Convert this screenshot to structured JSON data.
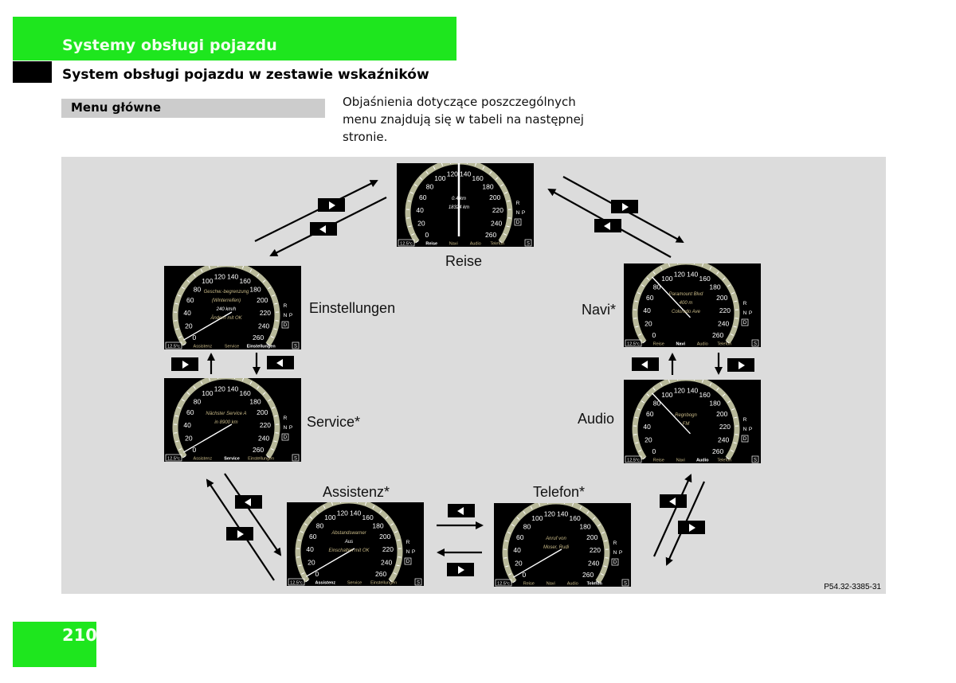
{
  "header": {
    "chapter_title": "Systemy obsługi pojazdu",
    "section_title": "System obsługi pojazdu w zestawie wskaźników",
    "subsection_label": "Menu główne",
    "explanation": "Objaśnienia dotyczące poszczególnych menu znajdują się w tabeli na następnej stronie."
  },
  "figure": {
    "code": "P54.32-3385-31",
    "common": {
      "speed_ticks": [
        "0",
        "20",
        "40",
        "60",
        "80",
        "100",
        "120",
        "140",
        "160",
        "180",
        "200",
        "220",
        "240",
        "260"
      ],
      "unit": "km/h",
      "temperature": "12.5°c",
      "gear_letters": [
        "R",
        "N",
        "P",
        "D"
      ],
      "gear_marker": "S"
    },
    "menus": [
      {
        "id": "reise",
        "label": "Reise",
        "nav": [
          "Reise",
          "Navi",
          "Audio",
          "Telefon"
        ],
        "active": "Reise",
        "lines": [
          "0.4 km",
          "18324 km"
        ]
      },
      {
        "id": "einstellungen",
        "label": "Einstellungen",
        "nav": [
          "Assistenz",
          "Service",
          "Einstellungen"
        ],
        "active": "Einstellungen",
        "lines": [
          "Geschw.-begrenzung",
          "(Winterreifen)",
          "240 km/h",
          "Ändern mit OK"
        ]
      },
      {
        "id": "service",
        "label": "Service*",
        "nav": [
          "Assistenz",
          "Service",
          "Einstellungen"
        ],
        "active": "Service",
        "lines": [
          "Nächster Service A",
          "in 8900 km"
        ]
      },
      {
        "id": "navi",
        "label": "Navi*",
        "nav": [
          "Reise",
          "Navi",
          "Audio",
          "Telefon"
        ],
        "active": "Navi",
        "lines": [
          "Paramount Blvd",
          "400 m",
          "Colorado Ave"
        ]
      },
      {
        "id": "audio",
        "label": "Audio",
        "nav": [
          "Reise",
          "Navi",
          "Audio",
          "Telefon"
        ],
        "active": "Audio",
        "lines": [
          "Regnbogn",
          "FM"
        ]
      },
      {
        "id": "assistenz",
        "label": "Assistenz*",
        "nav": [
          "Assistenz",
          "Service",
          "Einstellungen"
        ],
        "active": "Assistenz",
        "lines": [
          "Abstandswarner",
          "Aus",
          "Einschalten mit OK"
        ]
      },
      {
        "id": "telefon",
        "label": "Telefon*",
        "nav": [
          "Reise",
          "Navi",
          "Audio",
          "Telefon"
        ],
        "active": "Telefon",
        "lines": [
          "Anruf von",
          "Moser, Rudi"
        ]
      }
    ],
    "keys": {
      "next": "right-triangle-key-icon",
      "prev": "left-triangle-key-icon"
    }
  },
  "footer": {
    "page_number": "210"
  },
  "colors": {
    "brand_green": "#1ee61e",
    "figure_bg": "#dcdcdc",
    "gauge_ring": "#b8b99a",
    "screen_text": "#ffffff",
    "screen_info": "#c8b987"
  }
}
